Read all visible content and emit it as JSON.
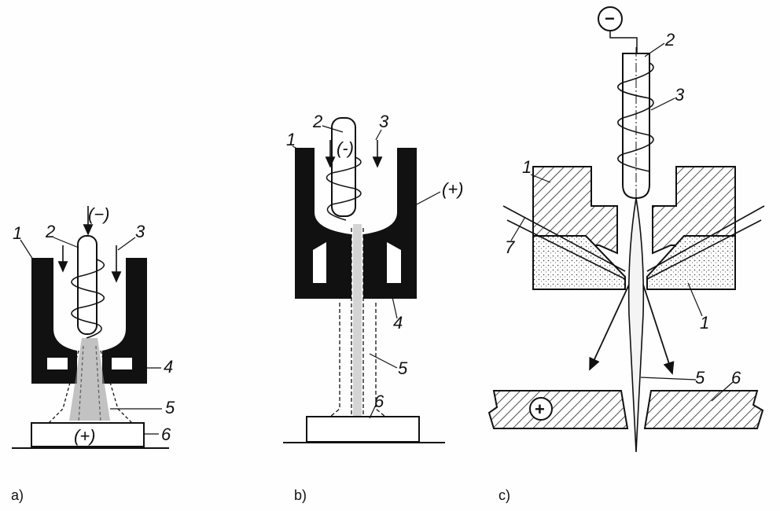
{
  "diagram_a": {
    "caption": "a)",
    "labels": {
      "n1": "1",
      "n2": "2",
      "minus": "(−)",
      "n3": "3",
      "n4": "4",
      "n5": "5",
      "plus": "(+)",
      "n6": "6"
    }
  },
  "diagram_b": {
    "caption": "b)",
    "labels": {
      "n1": "1",
      "n2": "2",
      "minus": "(-)",
      "n3": "3",
      "plus": "(+)",
      "n4": "4",
      "n5": "5",
      "n6": "6"
    }
  },
  "diagram_c": {
    "caption": "c)",
    "labels": {
      "minus": "−",
      "n2": "2",
      "n3": "3",
      "n1_top": "1",
      "n7": "7",
      "n1_bottom": "1",
      "n5": "5",
      "n6": "6",
      "plus": "+"
    }
  }
}
